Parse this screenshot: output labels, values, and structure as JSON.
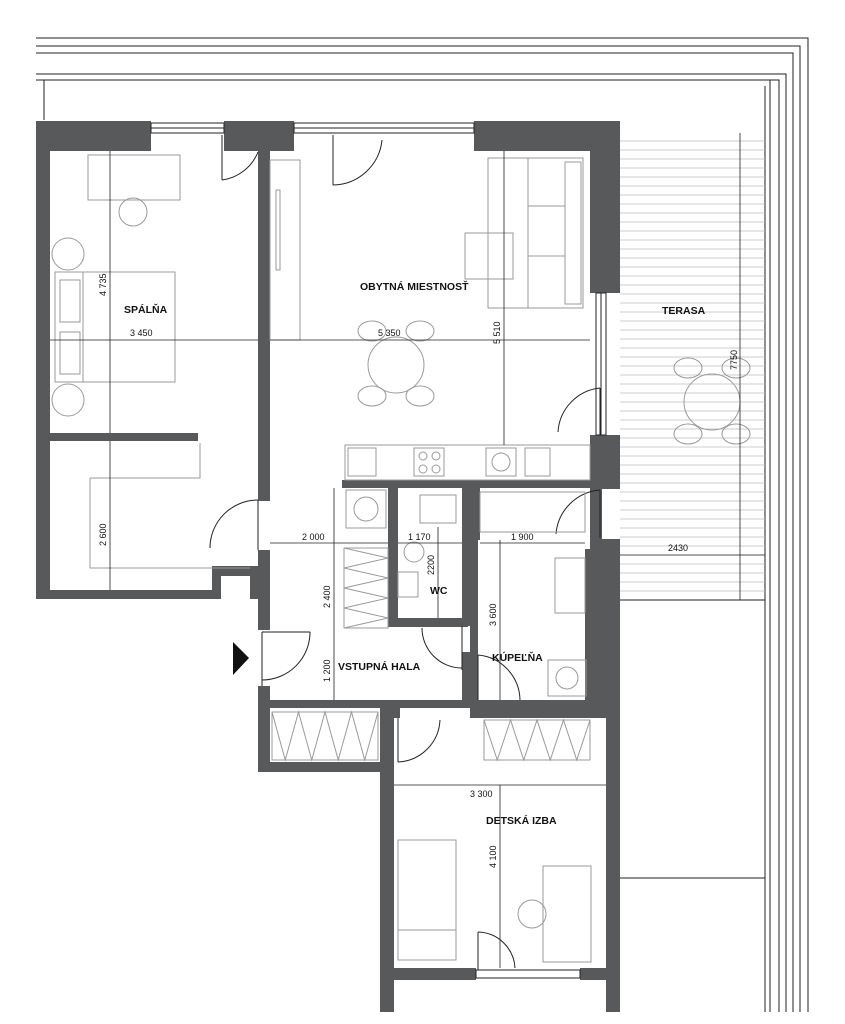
{
  "rooms": {
    "bedroom": "SPÁLŇA",
    "living": "OBYTNÁ MIESTNOSŤ",
    "terrace": "TERASA",
    "wc": "WC",
    "hall": "VSTUPNÁ HALA",
    "bathroom": "KÚPEĽŇA",
    "kids_room": "DETSKÁ IZBA"
  },
  "dimensions": {
    "bedroom_height": "4 735",
    "bedroom_width": "3 450",
    "living_width": "5 350",
    "living_height": "5 510",
    "terrace_height": "7750",
    "terrace_width": "2430",
    "bedroom_lower": "2 600",
    "hall_width": "2 000",
    "hall_height": "2 400",
    "wc_width": "1 170",
    "wc_height": "2200",
    "bath_width": "1 900",
    "bath_height": "3 600",
    "entry_height": "1 200",
    "kids_width": "3 300",
    "kids_height": "4 100"
  },
  "colors": {
    "wall": "#58595b",
    "line": "#222222",
    "furniture": "#9a9a9a"
  }
}
